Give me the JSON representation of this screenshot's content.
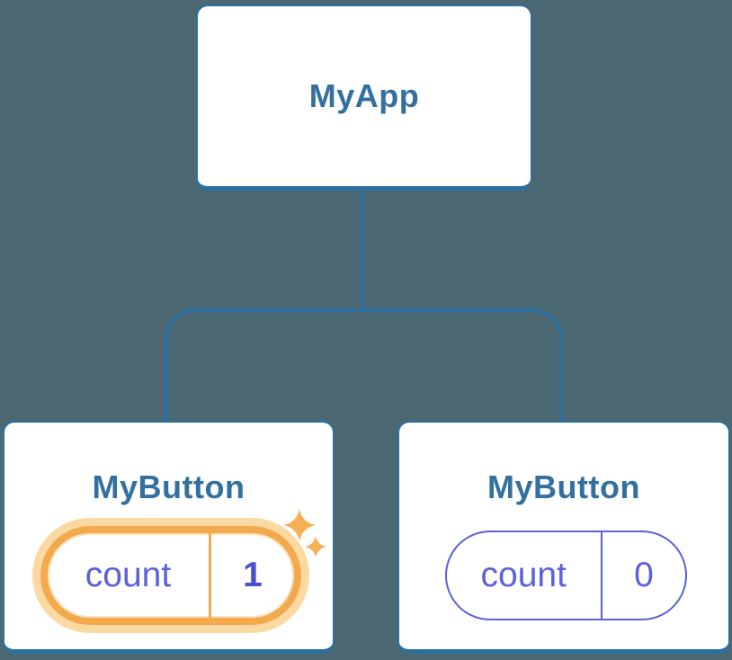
{
  "diagram": {
    "description": "React component tree diagram",
    "root": {
      "label": "MyApp"
    },
    "children": [
      {
        "label": "MyButton",
        "state": {
          "key": "count",
          "value": "1"
        },
        "highlighted": true,
        "badge_icon": "sparkles-icon"
      },
      {
        "label": "MyButton",
        "state": {
          "key": "count",
          "value": "0"
        },
        "highlighted": false
      }
    ]
  },
  "appearance": {
    "background_color": "#4c6872",
    "card_background": "#ffffff",
    "line_color": "#2d6f9f",
    "heading_text_color": "#34709f",
    "state_purple": "#5b61d8",
    "state_value_bold": "#4a50cc",
    "highlight_orange": "#f3a94e",
    "highlight_glow": "#fbd9a3",
    "sparkle_color": "#f6b053"
  }
}
